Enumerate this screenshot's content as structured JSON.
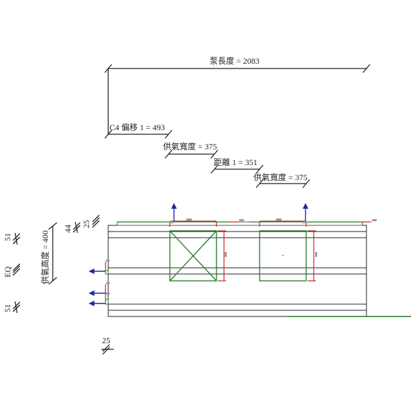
{
  "dimensions": {
    "pump_length": "泵長度 = 2083",
    "c4_offset": "C4 偏移 1 = 493",
    "supply_width_1": "供氣寬度 = 375",
    "distance_1": "距離 1 = 351",
    "supply_width_2": "供氣寬度 = 375",
    "supply_height": "供氣高度 = 400",
    "left_51_top": "51",
    "left_eq": "EQ",
    "left_51_bottom": "51",
    "dim_44": "44",
    "dim_25_top": "25",
    "dim_25_bottom": "25"
  },
  "colors": {
    "line": "#222222",
    "green": "#1a7a1a",
    "red": "#cc2222",
    "blue": "#1a2a99"
  }
}
